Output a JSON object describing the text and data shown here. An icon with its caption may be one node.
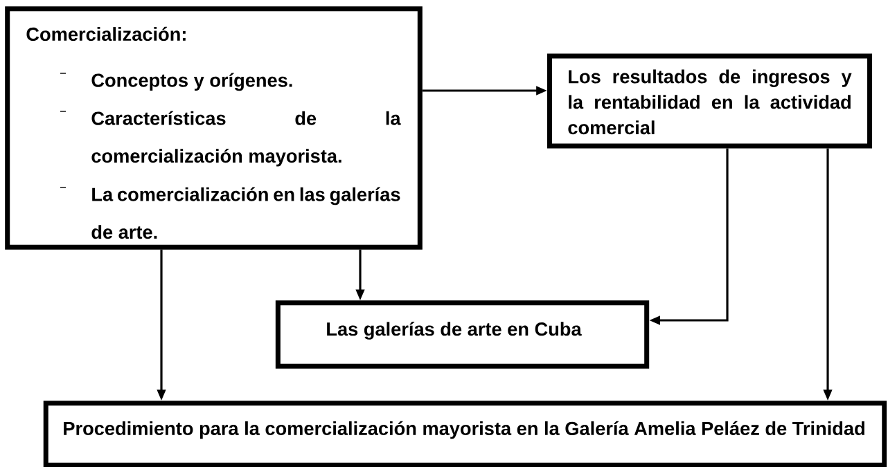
{
  "diagram": {
    "nodes": [
      {
        "text": [
          "Comercialización:",
          "Conceptos y orígenes.",
          "Características de la comercialización mayorista.",
          "La comercialización en las galerías de arte."
        ]
      },
      {
        "text": [
          "Los resultados de ingresos y la rentabilidad en la actividad comercial"
        ]
      },
      {
        "text": [
          "Las galerías de arte en Cuba"
        ]
      },
      {
        "text": [
          "Procedimiento para la comercialización mayorista en la Galería Amelia Peláez de Trinidad"
        ]
      }
    ],
    "edges": [
      {
        "from": 0,
        "to": 1,
        "arrow": "to"
      },
      {
        "from": 0,
        "to": 2,
        "arrow": "to"
      },
      {
        "from": 1,
        "to": 2,
        "arrow": "to"
      },
      {
        "from": 0,
        "to": 3,
        "arrow": "to"
      },
      {
        "from": 1,
        "to": 3,
        "arrow": "to"
      }
    ]
  }
}
